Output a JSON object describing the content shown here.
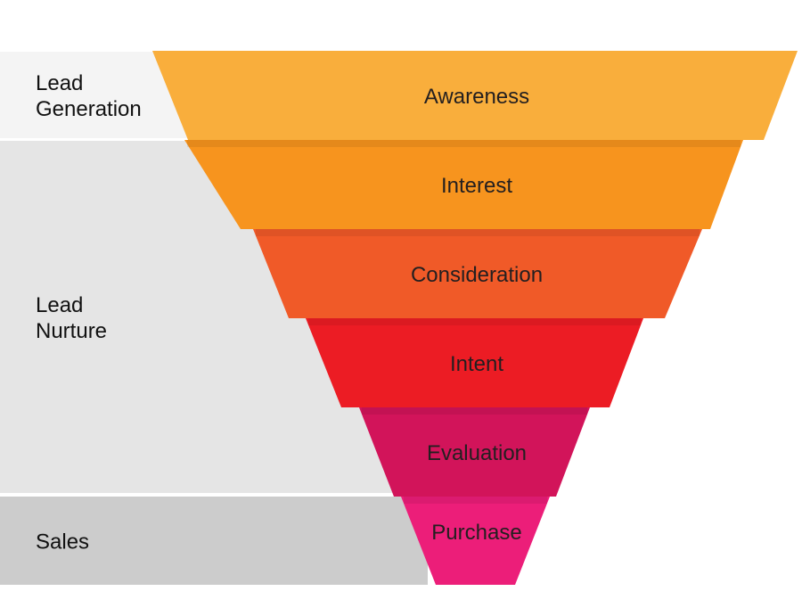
{
  "phases": [
    {
      "lines": [
        "Lead",
        "Generation"
      ],
      "color": "#f4f4f4"
    },
    {
      "lines": [
        "Lead",
        "Nurture"
      ],
      "color": "#e5e5e5"
    },
    {
      "lines": [
        "Sales"
      ],
      "color": "#cccccc"
    }
  ],
  "stages": [
    {
      "label": "Awareness",
      "color": "#f9ae3c"
    },
    {
      "label": "Interest",
      "color": "#f7941e"
    },
    {
      "label": "Consideration",
      "color": "#f05a28"
    },
    {
      "label": "Intent",
      "color": "#ec1c24"
    },
    {
      "label": "Evaluation",
      "color": "#d2145a"
    },
    {
      "label": "Purchase",
      "color": "#ec1e79"
    }
  ]
}
